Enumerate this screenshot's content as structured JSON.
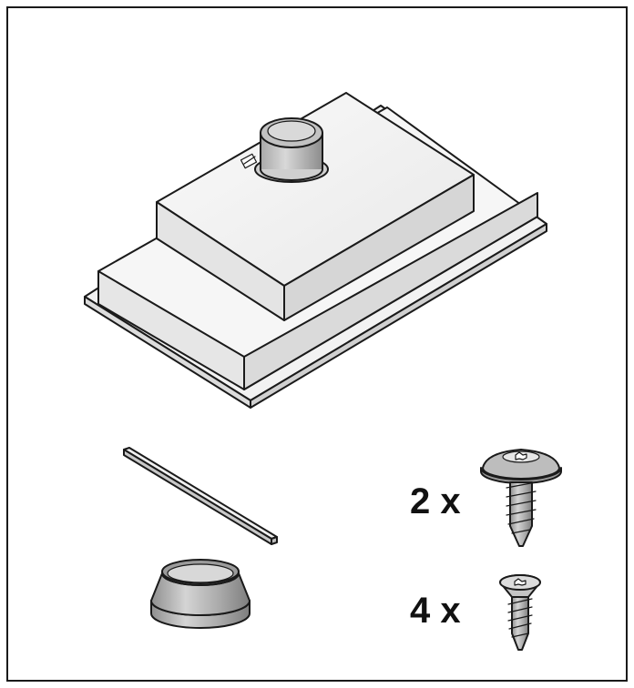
{
  "parts": {
    "hood_unit": {
      "icon": "extractor-hood-unit"
    },
    "seal_strip": {
      "icon": "seal-strip"
    },
    "duct_adapter": {
      "icon": "duct-adapter-ring"
    },
    "screw_large": {
      "icon": "washer-head-screw-icon",
      "quantity_label": "2 x"
    },
    "screw_small": {
      "icon": "countersunk-screw-icon",
      "quantity_label": "4 x"
    }
  },
  "colors": {
    "outline": "#1a1a1a",
    "panel_light": "#f4f4f4",
    "panel_side": "#e2e2e2",
    "panel_top": "#f0f0f0",
    "metal": "#b8b8b8",
    "metal_dark": "#8a8a8a"
  }
}
